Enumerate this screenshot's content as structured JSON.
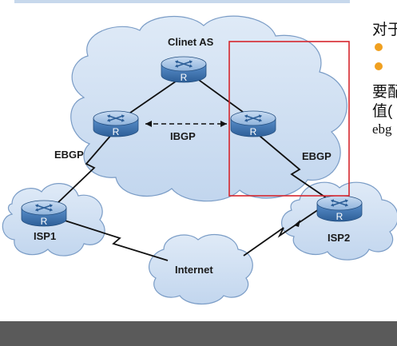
{
  "diagram": {
    "client_as_label": "Clinet AS",
    "ibgp_label": "IBGP",
    "ebgp_left_label": "EBGP",
    "ebgp_right_label": "EBGP",
    "isp1_label": "ISP1",
    "isp2_label": "ISP2",
    "internet_label": "Internet",
    "router_letter": "R"
  },
  "side_text": {
    "line1": "对于",
    "line2": "要配",
    "line3": "值(",
    "line4": "ebg"
  },
  "colors": {
    "cloud_fill": "#c9dbef",
    "cloud_stroke": "#7a9cc6",
    "router_top": "#8fb3dc",
    "router_body": "#3f78b5",
    "highlight_box": "#d6262d",
    "bullet": "#f0a020",
    "bottom_bar": "#5a5a5a"
  }
}
